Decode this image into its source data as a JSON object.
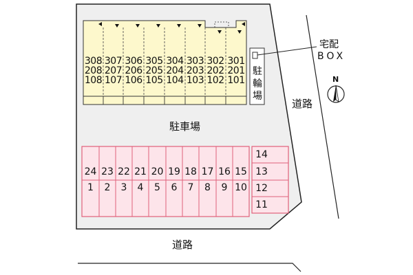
{
  "building": {
    "floor3": [
      "308",
      "307",
      "306",
      "305",
      "304",
      "303",
      "302",
      "301"
    ],
    "floor2": [
      "208",
      "207",
      "206",
      "205",
      "204",
      "203",
      "202",
      "201"
    ],
    "floor1": [
      "108",
      "107",
      "106",
      "105",
      "104",
      "103",
      "102",
      "101"
    ]
  },
  "labels": {
    "delivery_box": "宅配",
    "delivery_box_en": "BOX",
    "bicycle_parking": "駐\n輪\n場",
    "parking_lot": "駐車場",
    "road_right": "道路",
    "road_bottom": "道路",
    "north": "N"
  },
  "parking": {
    "top_row": [
      "24",
      "23",
      "22",
      "21",
      "20",
      "19",
      "18",
      "17",
      "16",
      "15"
    ],
    "bottom_row": [
      "1",
      "2",
      "3",
      "4",
      "5",
      "6",
      "7",
      "8",
      "9",
      "10"
    ],
    "side_column": [
      "14",
      "13",
      "12",
      "11"
    ]
  },
  "colors": {
    "building_fill": "#fdf8cc",
    "parking_fill": "#fde4ea",
    "parking_stroke": "#e0607a",
    "lot_fill": "#efefef"
  }
}
